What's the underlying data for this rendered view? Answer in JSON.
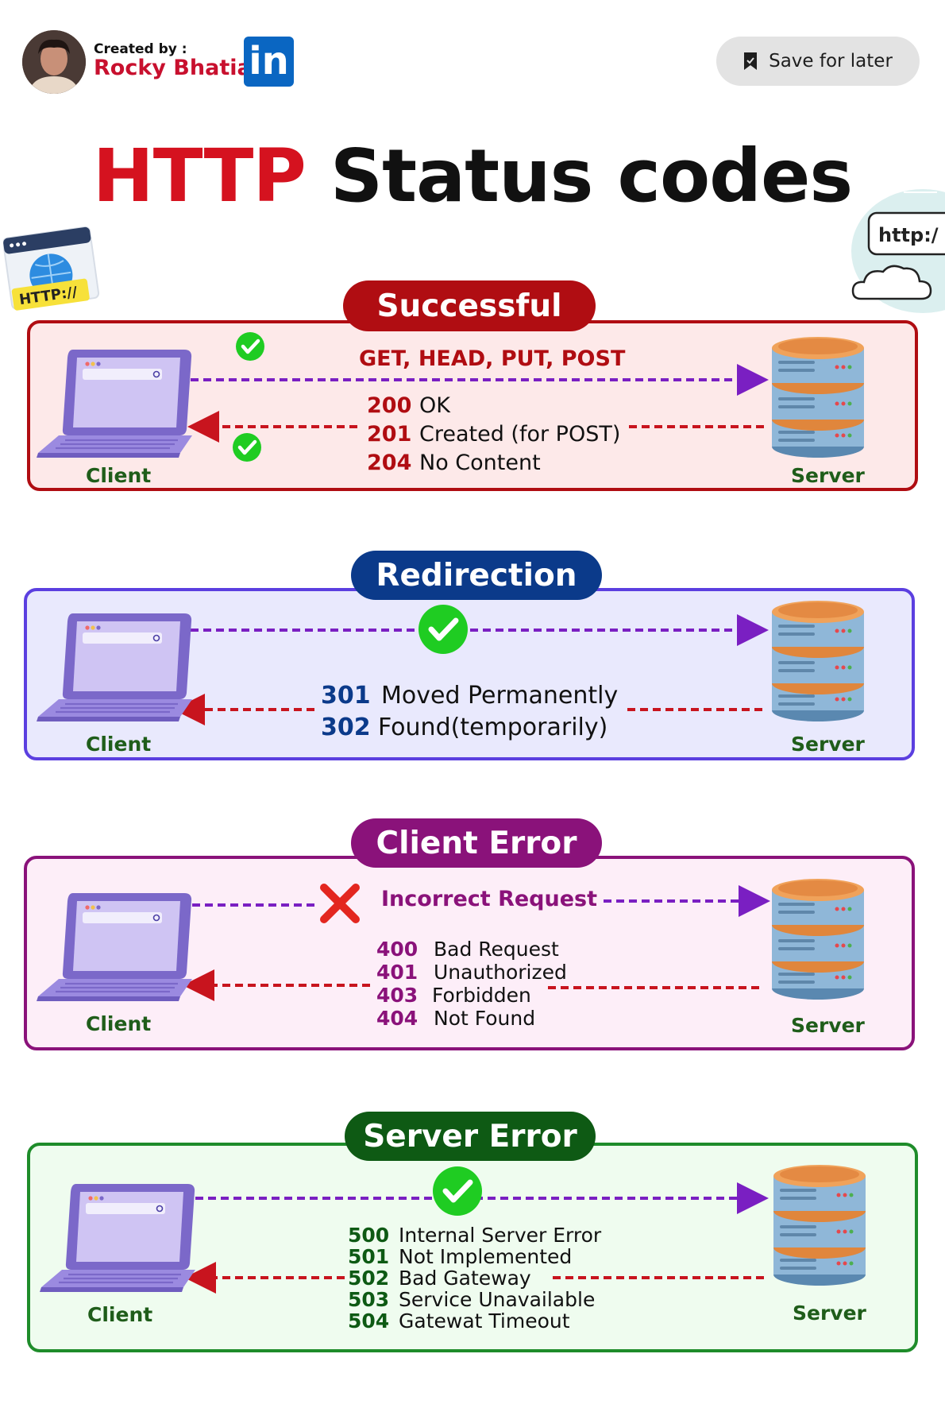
{
  "header": {
    "created_by": "Created by :",
    "author": "Rocky Bhatia",
    "linkedin_text": "in",
    "save_label": "Save for later"
  },
  "title": {
    "part1": "HTTP",
    "part2": "Status codes"
  },
  "decor": {
    "browser_label": "HTTP://",
    "cloud_label": "http:/"
  },
  "colors": {
    "title_red": "#d5121f",
    "successful": "#b00d12",
    "redirection": "#0b3a8a",
    "client_error": "#8a127a",
    "server_error": "#0e5a14",
    "request_arrow": "#7a1fc2",
    "response_arrow": "#c8141e"
  },
  "sections": [
    {
      "title": "Successful",
      "client_label": "Client",
      "server_label": "Server",
      "request_text": "GET, HEAD, PUT, POST",
      "codes": [
        {
          "code": "200",
          "desc": "OK"
        },
        {
          "code": "201",
          "desc": "Created (for POST)"
        },
        {
          "code": "204",
          "desc": "No Content"
        }
      ]
    },
    {
      "title": "Redirection",
      "client_label": "Client",
      "server_label": "Server",
      "codes": [
        {
          "code": "301",
          "desc": "Moved Permanently"
        },
        {
          "code": "302",
          "desc": "Found(temporarily)"
        }
      ]
    },
    {
      "title": "Client Error",
      "client_label": "Client",
      "server_label": "Server",
      "request_text": "Incorrect Request",
      "codes": [
        {
          "code": "400",
          "desc": "Bad Request"
        },
        {
          "code": "401",
          "desc": "Unauthorized"
        },
        {
          "code": "403",
          "desc": "Forbidden"
        },
        {
          "code": "404",
          "desc": "Not Found"
        }
      ]
    },
    {
      "title": "Server Error",
      "client_label": "Client",
      "server_label": "Server",
      "codes": [
        {
          "code": "500",
          "desc": "Internal Server Error"
        },
        {
          "code": "501",
          "desc": "Not Implemented"
        },
        {
          "code": "502",
          "desc": "Bad Gateway"
        },
        {
          "code": "503",
          "desc": "Service Unavailable"
        },
        {
          "code": "504",
          "desc": "Gatewat Timeout"
        }
      ]
    }
  ]
}
